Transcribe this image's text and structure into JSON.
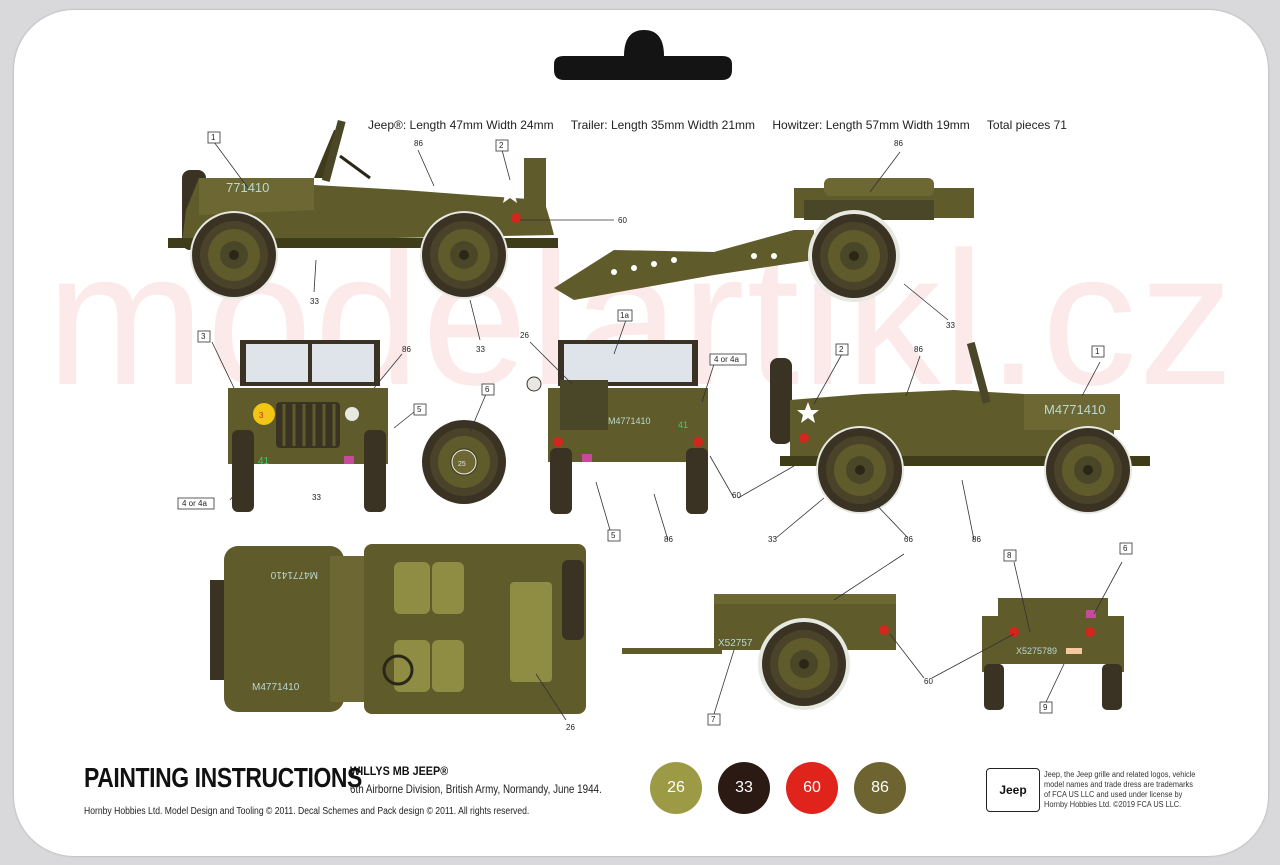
{
  "watermark": "modelartikl.cz",
  "dimensions": {
    "jeep": "Jeep®: Length 47mm  Width 24mm",
    "trailer": "Trailer: Length 35mm  Width 21mm",
    "howitzer": "Howitzer: Length 57mm  Width 19mm",
    "total": "Total pieces 71"
  },
  "callouts": {
    "c1": "1",
    "c2": "2",
    "c3": "3",
    "c1a": "1a",
    "c4": "4 or 4a",
    "c5": "5",
    "c6": "6",
    "c7": "7",
    "c8": "8",
    "c9": "9",
    "n86": "86",
    "n60": "60",
    "n33": "33",
    "n26": "26",
    "n66": "66"
  },
  "markings": {
    "side_serial": "771410",
    "side_serial_full": "M4771410",
    "rear_serial": "M4771410",
    "top_serial_a": "M4771410",
    "top_serial_b": "M4771410",
    "bridge": "3",
    "unit_41": "41",
    "trailer_serial": "X52757",
    "trailer_rear_serial": "X5275789",
    "wheel_badge": "25"
  },
  "footer": {
    "title": "PAINTING INSTRUCTIONS",
    "model": "WILLYS MB JEEP®",
    "unit": "6th Airborne Division, British Army, Normandy, June 1944.",
    "copyright": "Hornby Hobbies Ltd. Model Design and Tooling © 2011. Decal Schemes and Pack design © 2011. All rights reserved.",
    "jeep_logo": "Jeep",
    "legal": "Jeep, the Jeep grille and related logos, vehicle model names and trade dress are trademarks of FCA US LLC and used under license by Hornby Hobbies Ltd. ©2019 FCA US LLC."
  },
  "paints": [
    {
      "code": "26",
      "color": "#9c9a45"
    },
    {
      "code": "33",
      "color": "#2b1a14"
    },
    {
      "code": "60",
      "color": "#e0231b"
    },
    {
      "code": "86",
      "color": "#6e6431"
    }
  ],
  "colors": {
    "olive": "#5f5b2a",
    "olive_light": "#7a7438",
    "olive_dark": "#3f3c1a",
    "tyre": "#3a3324",
    "seat": "#8f8c43",
    "red_light": "#d3261c"
  }
}
